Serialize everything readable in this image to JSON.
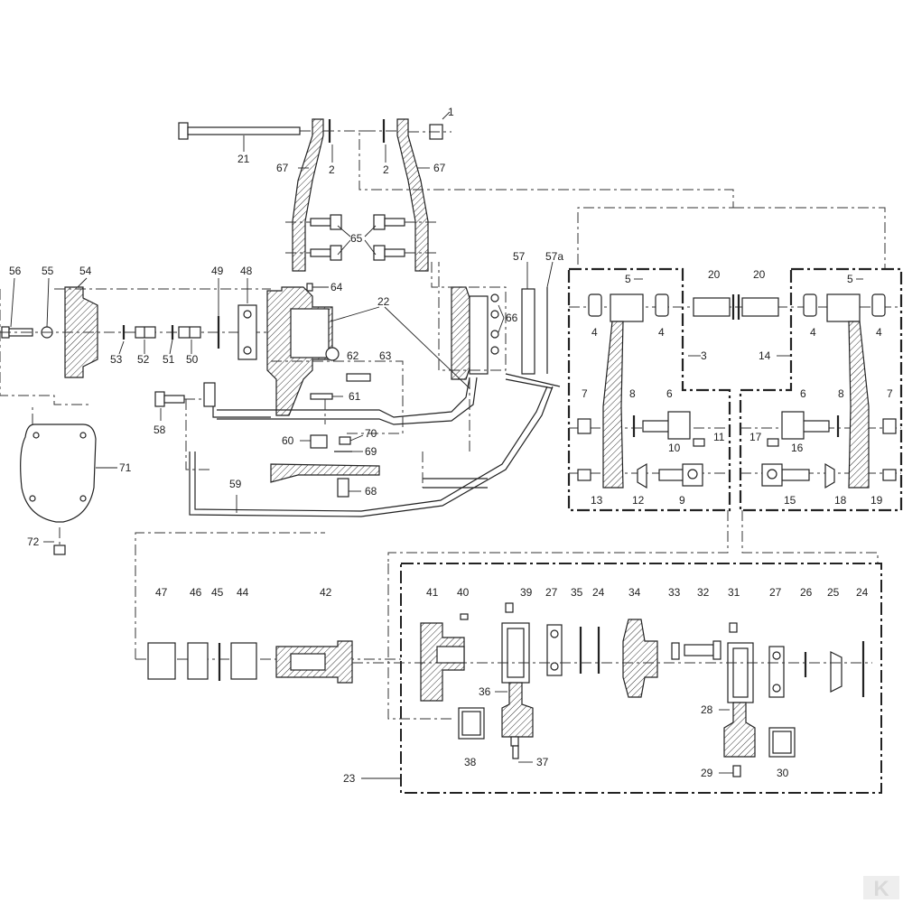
{
  "labels": {
    "p1": "1",
    "p2a": "2",
    "p2b": "2",
    "p3": "3",
    "p4a": "4",
    "p4b": "4",
    "p4c": "4",
    "p4d": "4",
    "p5a": "5",
    "p5b": "5",
    "p6a": "6",
    "p6b": "6",
    "p7a": "7",
    "p7b": "7",
    "p8a": "8",
    "p8b": "8",
    "p9": "9",
    "p10": "10",
    "p11": "11",
    "p12": "12",
    "p13": "13",
    "p14": "14",
    "p15": "15",
    "p16": "16",
    "p17": "17",
    "p18": "18",
    "p19": "19",
    "p20a": "20",
    "p20b": "20",
    "p21": "21",
    "p22": "22",
    "p23": "23",
    "p24a": "24",
    "p24b": "24",
    "p25": "25",
    "p26": "26",
    "p27a": "27",
    "p27b": "27",
    "p28": "28",
    "p29": "29",
    "p30": "30",
    "p31": "31",
    "p32": "32",
    "p33": "33",
    "p34": "34",
    "p35": "35",
    "p36": "36",
    "p37": "37",
    "p38": "38",
    "p39": "39",
    "p40": "40",
    "p41": "41",
    "p42": "42",
    "p44": "44",
    "p45": "45",
    "p46": "46",
    "p47": "47",
    "p48": "48",
    "p49": "49",
    "p50": "50",
    "p51": "51",
    "p52": "52",
    "p53": "53",
    "p54": "54",
    "p55": "55",
    "p56": "56",
    "p57": "57",
    "p57a": "57a",
    "p58": "58",
    "p59": "59",
    "p60": "60",
    "p61": "61",
    "p62": "62",
    "p63": "63",
    "p64": "64",
    "p65": "65",
    "p66": "66",
    "p67a": "67",
    "p67b": "67",
    "p68": "68",
    "p69": "69",
    "p70": "70",
    "p71": "71",
    "p72": "72"
  },
  "logo": {
    "text": "K",
    "color": "#d9d9d9"
  }
}
